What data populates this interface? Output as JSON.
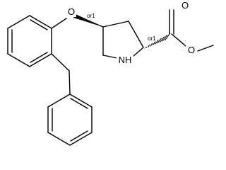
{
  "molecule": {
    "atom_labels": {
      "ether_oxygen": "O",
      "ring_nitrogen": "NH",
      "carbonyl_oxygen": "O",
      "ester_oxygen": "O",
      "ester_methyl": ""
    },
    "stereo_labels": {
      "c4": "or1",
      "c2": "or1"
    },
    "colors": {
      "bond": "#000000",
      "label": "#000000",
      "background": "#ffffff"
    }
  }
}
